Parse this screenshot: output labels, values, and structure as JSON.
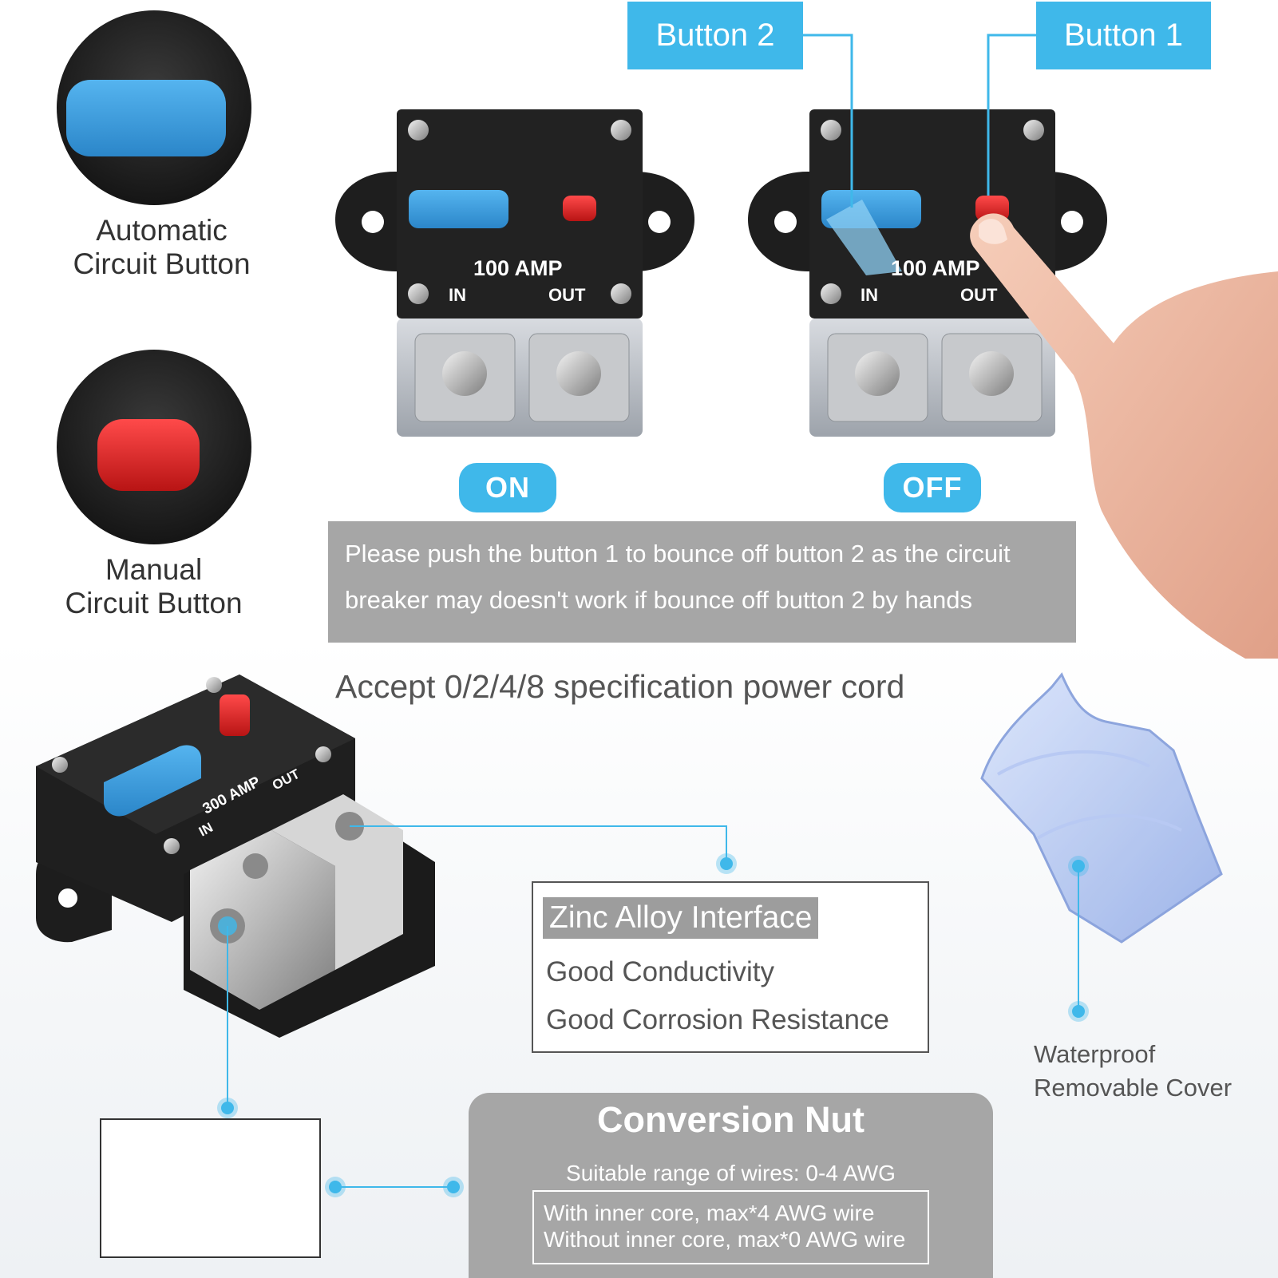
{
  "tags": {
    "button2": "Button 2",
    "button1": "Button 1"
  },
  "states": {
    "on": "ON",
    "off": "OFF"
  },
  "ratings": {
    "left": "100 AMP",
    "right": "100 AMP",
    "bottom": "300 AMP"
  },
  "terminals": {
    "in": "IN",
    "out": "OUT"
  },
  "captions": {
    "automatic": [
      "Automatic",
      "Circuit Button"
    ],
    "manual": [
      "Manual",
      "Circuit Button"
    ]
  },
  "note": [
    "Please push the button 1 to bounce off button 2 as the circuit",
    "breaker may doesn't work if bounce off button 2 by hands"
  ],
  "spec": "Accept 0/2/4/8 specification power cord",
  "zinc": {
    "heading": "Zinc Alloy Interface",
    "lines": [
      "Good Conductivity",
      "Good Corrosion Resistance"
    ]
  },
  "conversion": {
    "title": "Conversion Nut",
    "subtitle": "Suitable range of wires: 0-4 AWG",
    "lines": [
      "With inner core, max*4 AWG wire",
      "Without inner core, max*0 AWG wire"
    ]
  },
  "cover": [
    "Waterproof",
    "Removable Cover"
  ],
  "colors": {
    "accent": "#3fb8ea",
    "gray_box": "#a6a6a6",
    "blue_button": "#3d9ee0",
    "red_button": "#e22b2b"
  }
}
